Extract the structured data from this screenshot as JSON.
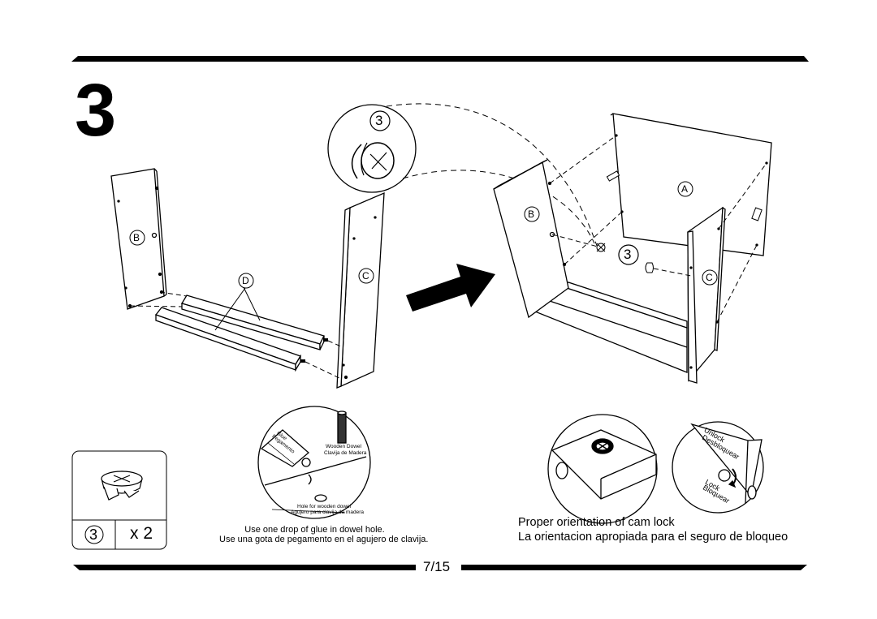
{
  "step": {
    "number": "3"
  },
  "labels": {
    "panel_b": "B",
    "panel_c": "C",
    "panel_a": "A",
    "part_d": "D",
    "callout_part": "3"
  },
  "parts_box": {
    "part_id": "3",
    "quantity": "x 2"
  },
  "glue_detail": {
    "glue_label": "Glue",
    "pegamento_label": "Pegamento",
    "dowel_label_en": "Wooden Dowel",
    "dowel_label_es": "Clavija de Madera",
    "hole_label_en": "Hole for wooden dowel",
    "hole_label_es": "Agujero para clavija de madera",
    "caption_en": "Use one drop of glue in dowel hole.",
    "caption_es": "Use una gota de pegamento en el agujero de clavija."
  },
  "cam_detail": {
    "unlock_en": "Unlock",
    "unlock_es": "Desbloquear",
    "lock_en": "Lock",
    "lock_es": "Bloquear",
    "caption_en": "Proper orientation of cam lock",
    "caption_es": "La orientacion apropiada para el seguro de bloqueo"
  },
  "footer": {
    "page": "7/15"
  },
  "colors": {
    "ink": "#000000",
    "paper": "#ffffff"
  }
}
